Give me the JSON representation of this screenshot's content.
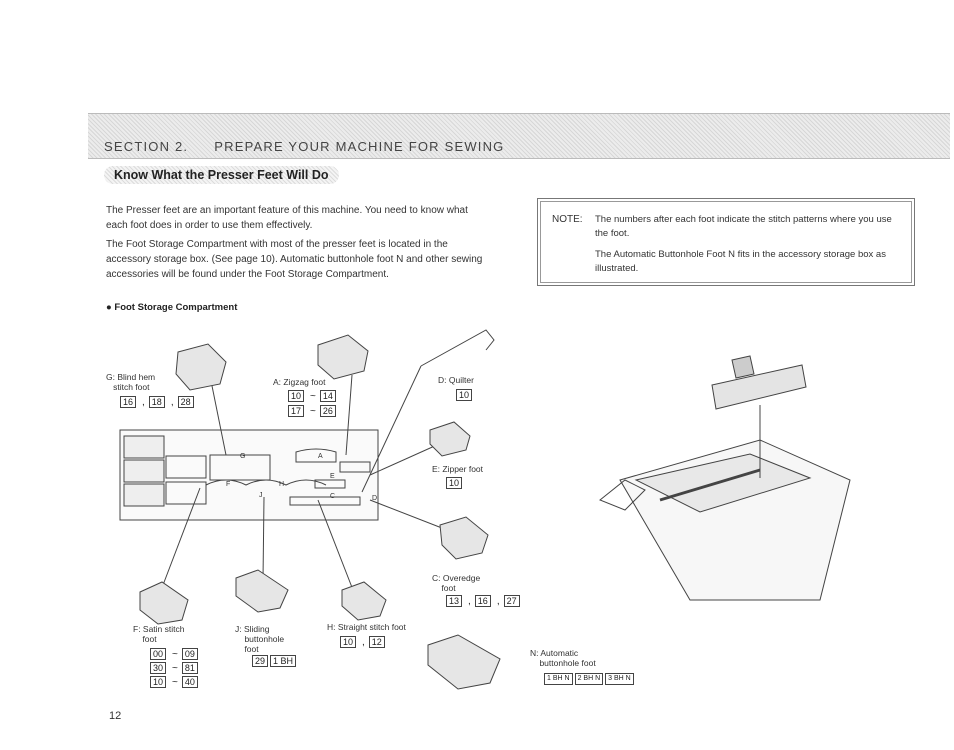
{
  "section": {
    "number": "SECTION  2.",
    "title": "PREPARE YOUR MACHINE FOR SEWING"
  },
  "subtitle": "Know What the Presser Feet Will Do",
  "paragraphs": [
    "The Presser feet are an important feature of this machine. You need to know what each foot does in order to use them effectively.",
    "The Foot Storage Compartment with most of the presser feet is located in the accessory storage box. (See page 10). Automatic buttonhole foot N and other sewing accessories will be found under the Foot Storage Compartment."
  ],
  "note": {
    "label": "NOTE:",
    "line1": "The numbers after each foot indicate the stitch patterns where you use the foot.",
    "line2": "The Automatic Buttonhole Foot N fits in the accessory storage box as illustrated."
  },
  "bullet_heading": "Foot Storage Compartment",
  "feet": {
    "g": {
      "label": "G: Blind hem\n   stitch foot",
      "n1": "16",
      "n2": "18",
      "n3": "28"
    },
    "a": {
      "label": "A: Zigzag foot",
      "r1a": "10",
      "r1b": "14",
      "r2a": "17",
      "r2b": "26"
    },
    "d": {
      "label": "D: Quilter",
      "n1": "10"
    },
    "e": {
      "label": "E: Zipper foot",
      "n1": "10"
    },
    "c": {
      "label": "C: Overedge\n    foot",
      "n1": "13",
      "n2": "16",
      "n3": "27"
    },
    "f": {
      "label": "F: Satin stitch\n    foot",
      "r1a": "00",
      "r1b": "09",
      "r2a": "30",
      "r2b": "81",
      "r3a": "10",
      "r3b": "40"
    },
    "j": {
      "label": "J: Sliding\n    buttonhole\n    foot",
      "n1": "29",
      "n2": "1 BH"
    },
    "h": {
      "label": "H: Straight stitch foot",
      "n1": "10",
      "n2": "12"
    },
    "n": {
      "label": "N: Automatic\n    buttonhole foot",
      "b1": "1 BH N",
      "b2": "2 BH N",
      "b3": "3 BH N"
    }
  },
  "compartment_letters": {
    "g": "G",
    "a": "A",
    "e": "E",
    "f": "F",
    "h": "H",
    "j": "J",
    "c": "C",
    "d": "D"
  },
  "page_number": "12"
}
